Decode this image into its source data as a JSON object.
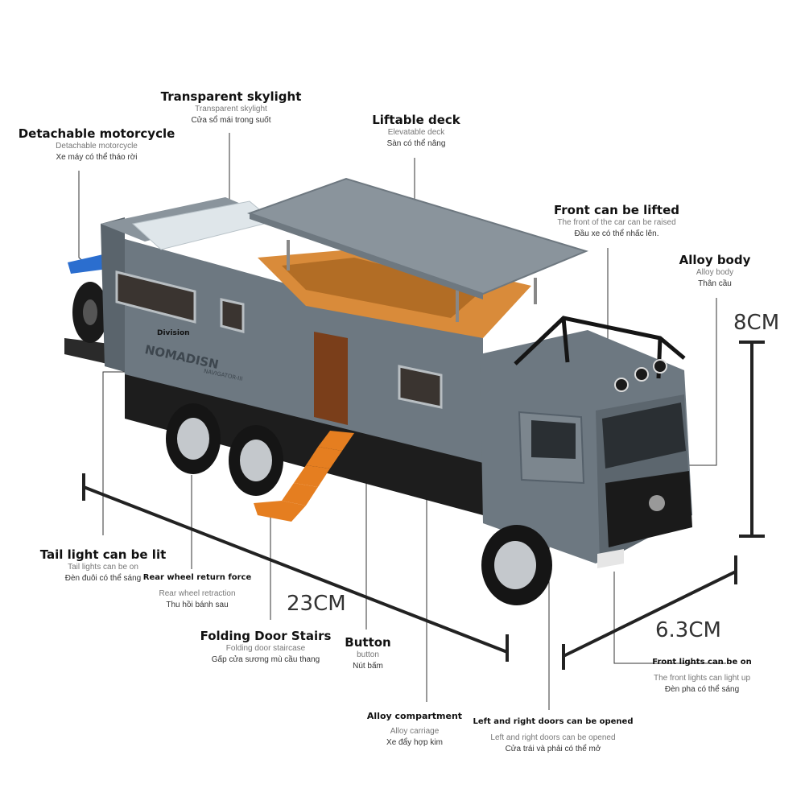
{
  "features": [
    {
      "id": "detachable-motorcycle",
      "title": "Detachable motorcycle",
      "en": "Detachable motorcycle",
      "vi": "Xe máy có thể tháo rời"
    },
    {
      "id": "transparent-skylight",
      "title": "Transparent skylight",
      "en": "Transparent skylight",
      "vi": "Cửa sổ mái trong suốt"
    },
    {
      "id": "liftable-deck",
      "title": "Liftable deck",
      "en": "Elevatable deck",
      "vi": "Sàn có thể nâng"
    },
    {
      "id": "front-lifted",
      "title": "Front can be lifted",
      "en": "The front of the car can be raised",
      "vi": "Đầu xe có thể nhấc lên."
    },
    {
      "id": "alloy-body",
      "title": "Alloy body",
      "en": "Alloy body",
      "vi": "Thân cầu"
    },
    {
      "id": "tail-light",
      "title": "Tail light can be lit",
      "en": "Tail lights can be on",
      "vi": "Đèn đuôi có thể sáng"
    },
    {
      "id": "rear-wheel",
      "title": "Rear wheel return force",
      "en": "Rear wheel retraction",
      "vi": "Thu hồi bánh sau"
    },
    {
      "id": "folding-stairs",
      "title": "Folding Door Stairs",
      "en": "Folding door staircase",
      "vi": "Gấp cửa sương mù cầu thang"
    },
    {
      "id": "button",
      "title": "Button",
      "en": "button",
      "vi": "Nút bấm"
    },
    {
      "id": "alloy-compartment",
      "title": "Alloy compartment",
      "en": "Alloy carriage",
      "vi": "Xe đẩy hợp kim"
    },
    {
      "id": "doors-opened",
      "title": "Left and right doors can be opened",
      "en": "Left and right doors can be opened",
      "vi": "Cửa trái và phải có thể mở"
    },
    {
      "id": "front-lights",
      "title": "Front lights can be on",
      "en": "The front lights can light up",
      "vi": "Đèn pha có thể sáng"
    }
  ],
  "dimensions": {
    "height": "8CM",
    "length": "23CM",
    "width": "6.3CM"
  },
  "truck": {
    "brand": "NOMADISN",
    "model": "NAVIGATOR-III",
    "division": "Division"
  },
  "colors": {
    "body": "#6d7881",
    "body_dark": "#4f5860",
    "roof": "#8a949c",
    "orange": "#d98b3a",
    "black": "#1a1a1a",
    "label": "#111111"
  }
}
